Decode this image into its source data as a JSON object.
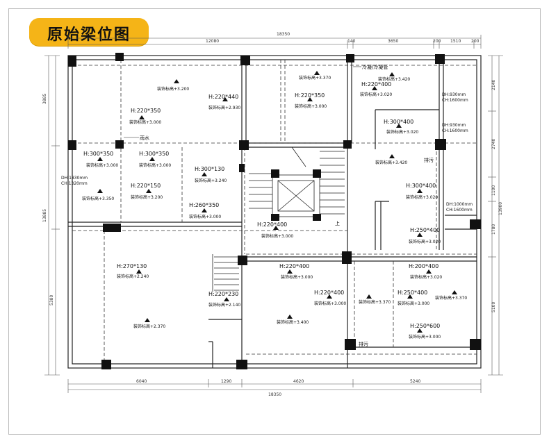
{
  "title": "原始梁位图",
  "dimensions": {
    "top_total": "18350",
    "top": [
      "12080",
      "140",
      "3650",
      "200",
      "1510",
      "200"
    ],
    "bottom_total": "18350",
    "bottom": [
      "6040",
      "1290",
      "4620",
      "5240"
    ],
    "left": [
      "3885",
      "13885",
      "5380"
    ],
    "right": [
      "2140",
      "2740",
      "1100",
      "13900",
      "1780",
      "5100"
    ]
  },
  "beams": [
    {
      "label": "H:220*350",
      "sub": "装饰标高+3.000"
    },
    {
      "label": "H:220*440",
      "sub": "装饰标高+2.930"
    },
    {
      "label": "H:220*350",
      "sub": "装饰标高+3.000"
    },
    {
      "label": "H:220*400",
      "sub": "装饰标高+3.020"
    },
    {
      "label": "H:300*350",
      "sub": "装饰标高+3.000"
    },
    {
      "label": "H:300*350",
      "sub": "装饰标高+3.000"
    },
    {
      "label": "H:300*130",
      "sub": "装饰标高+3.240"
    },
    {
      "label": "H:220*150",
      "sub": "装饰标高+3.200"
    },
    {
      "label": "H:260*350",
      "sub": "装饰标高+3.000"
    },
    {
      "label": "H:220*400",
      "sub": "装饰标高+3.000"
    },
    {
      "label": "H:300*400",
      "sub": "装饰标高+3.020"
    },
    {
      "label": "H:300*400",
      "sub": "装饰标高+3.020"
    },
    {
      "label": "H:250*400",
      "sub": "装饰标高+3.020"
    },
    {
      "label": "H:270*130",
      "sub": "装饰标高+2.240"
    },
    {
      "label": "H:220*230",
      "sub": "装饰标高+2.140"
    },
    {
      "label": "H:220*400",
      "sub": "装饰标高+3.000"
    },
    {
      "label": "H:220*400",
      "sub": "装饰标高+3.000"
    },
    {
      "label": "H:200*400",
      "sub": "装饰标高+3.020"
    },
    {
      "label": "H:250*400",
      "sub": "装饰标高+3.000"
    },
    {
      "label": "H:250*600",
      "sub": "装饰标高+3.000"
    }
  ],
  "elevations": [
    "装饰标高+3.200",
    "装饰标高+3.370",
    "装饰标高+3.420",
    "装饰标高+3.350",
    "装饰标高+3.420",
    "装饰标高+2.370",
    "装饰标高+3.400",
    "装饰标高+3.370",
    "装饰标高+3.370"
  ],
  "notes": {
    "condensate": "冷凝/冷凝管",
    "rain": "雨水",
    "drain1": "排污",
    "drain2": "排污",
    "dh1": "DH:930mm",
    "ch1": "CH:1600mm",
    "dh2": "DH:930mm",
    "ch2": "CH:1600mm",
    "dh3": "DH:1830mm",
    "ch3": "CH:1320mm",
    "dh4": "DH:1000mm",
    "ch4": "CH:1600mm",
    "up": "上"
  }
}
